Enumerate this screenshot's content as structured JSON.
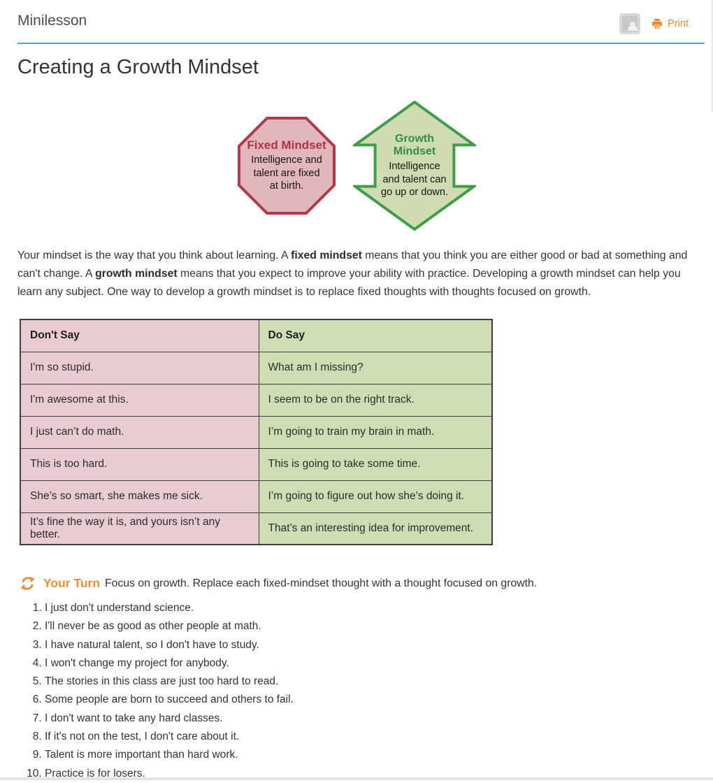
{
  "header": {
    "title": "Minilesson",
    "print_label": "Print",
    "accent_line_color": "#5b9fd4",
    "print_color": "#e8892f"
  },
  "page": {
    "title": "Creating a Growth Mindset"
  },
  "diagram": {
    "fixed": {
      "title": "Fixed Mindset",
      "lines": [
        "Intelligence and",
        "talent are fixed",
        "at birth."
      ],
      "fill": "#e2b6bd",
      "border": "#b23a48",
      "title_color": "#b13245"
    },
    "growth": {
      "title_lines": [
        "Growth",
        "Mindset"
      ],
      "lines": [
        "Intelligence",
        "and talent can",
        "go up or down."
      ],
      "fill": "#cfdcb2",
      "border": "#3f9c49",
      "title_color": "#318f44"
    }
  },
  "intro": {
    "p1": "Your mindset is the way that you think about learning. A ",
    "b1": "fixed mindset",
    "p2": " means that you think you are either good or bad at something and can't change. A ",
    "b2": "growth mindset",
    "p3": " means that you expect to improve your ability with practice. Developing a growth mindset can help you learn any subject. One way to develop a growth mindset is to replace fixed thoughts with thoughts focused on growth."
  },
  "table": {
    "headers": [
      "Don't Say",
      "Do Say"
    ],
    "dont_color": "#e8ccd2",
    "do_color": "#cfddb4",
    "rows": [
      [
        "I'm so stupid.",
        "What am I missing?"
      ],
      [
        "I'm awesome at this.",
        "I seem to be on the right track."
      ],
      [
        "I just can’t do math.",
        "I’m going to train my brain in math."
      ],
      [
        "This is too hard.",
        "This is going to take some time."
      ],
      [
        "She’s so smart, she makes me sick.",
        "I’m going to figure out how she’s doing it."
      ],
      [
        "It’s fine the way it is, and yours isn’t any better.",
        "That’s an interesting idea for improvement."
      ]
    ]
  },
  "your_turn": {
    "label": "Your Turn",
    "text": "Focus on growth. Replace each fixed-mindset thought with a thought focused on growth.",
    "color": "#ef8e36"
  },
  "exercise": {
    "items": [
      "I just don't understand science.",
      "I'll never be as good as other people at math.",
      "I have natural talent, so I don't have to study.",
      "I won't change my project for anybody.",
      "The stories in this class are just too hard to read.",
      "Some people are born to succeed and others to fail.",
      "I don't want to take any hard classes.",
      "If it's not on the test, I don't care about it.",
      "Talent is more important than hard work.",
      "Practice is for losers."
    ]
  }
}
